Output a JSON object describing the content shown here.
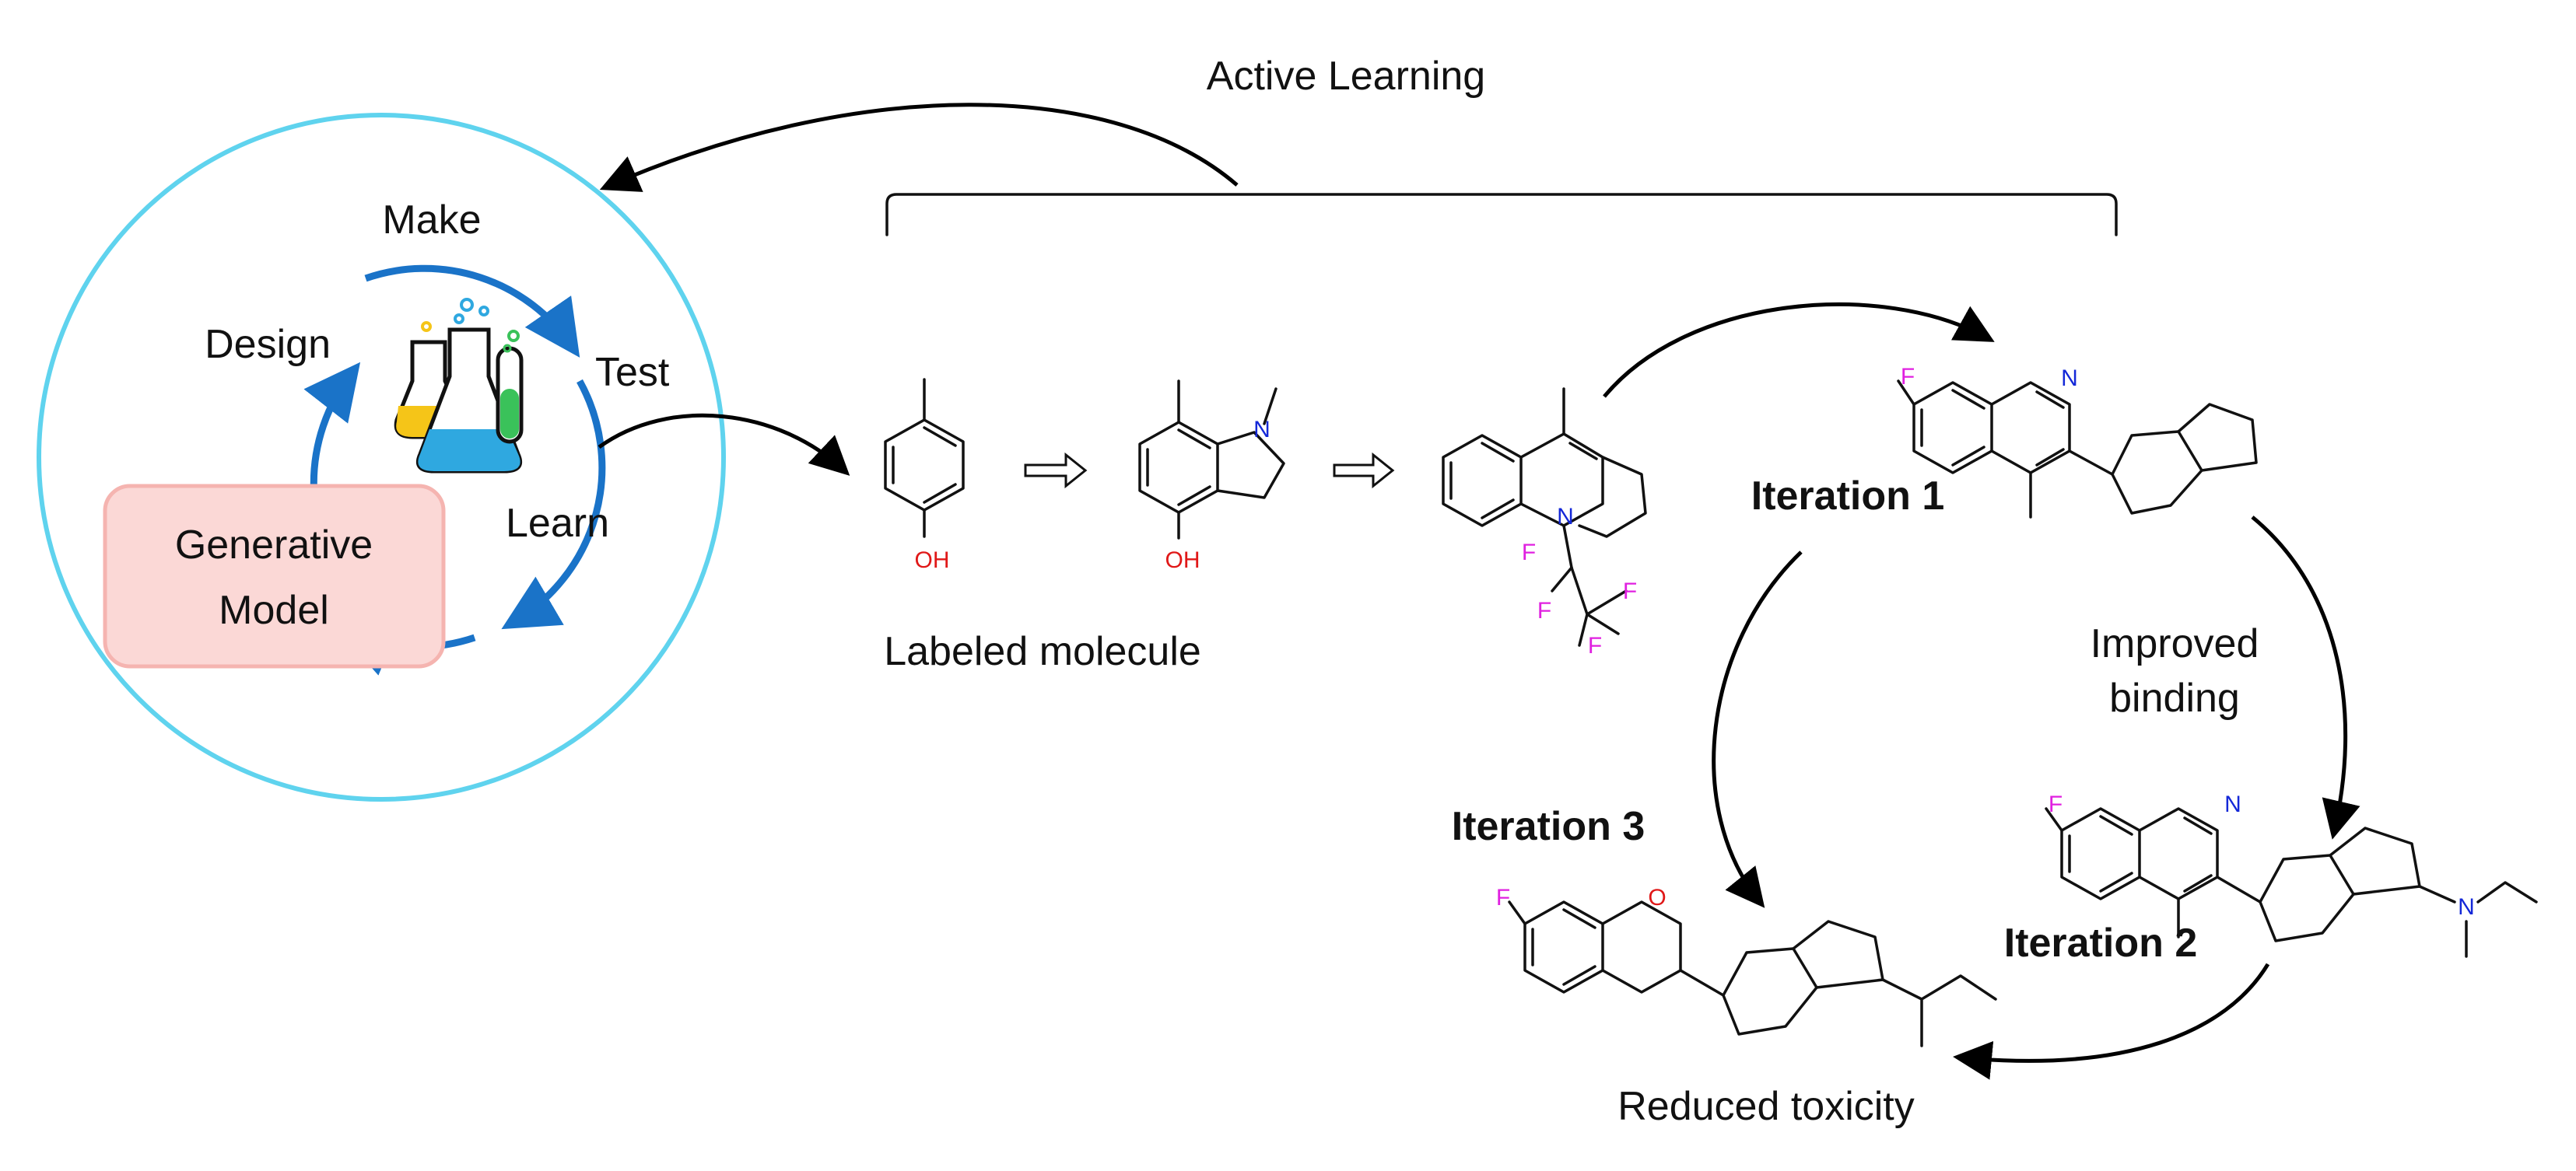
{
  "title": "Active Learning",
  "dmtl": {
    "make": "Make",
    "test": "Test",
    "learn": "Learn",
    "design": "Design"
  },
  "generative_model": {
    "line1": "Generative",
    "line2": "Model"
  },
  "labeled_molecule": "Labeled molecule",
  "iterations": {
    "iter1": "Iteration 1",
    "iter2": "Iteration 2",
    "iter3": "Iteration 3"
  },
  "annotations": {
    "improved_line1": "Improved",
    "improved_line2": "binding",
    "reduced": "Reduced toxicity"
  },
  "atoms": {
    "oh": "OH",
    "n": "N",
    "f": "F",
    "o": "O"
  },
  "colors": {
    "circle": "#5fd3ee",
    "cycle_arrows": "#1a73c8",
    "generative_box_fill": "#fbd8d6",
    "generative_box_stroke": "#f5b4b0",
    "improved_binding": "#1a7fd0",
    "reduced_toxicity": "#e8141c",
    "fluorine": "#e020e0",
    "nitrogen": "#1428d8",
    "oxygen": "#e01818"
  },
  "icons": {
    "lab_flasks": "flasks-icon"
  }
}
